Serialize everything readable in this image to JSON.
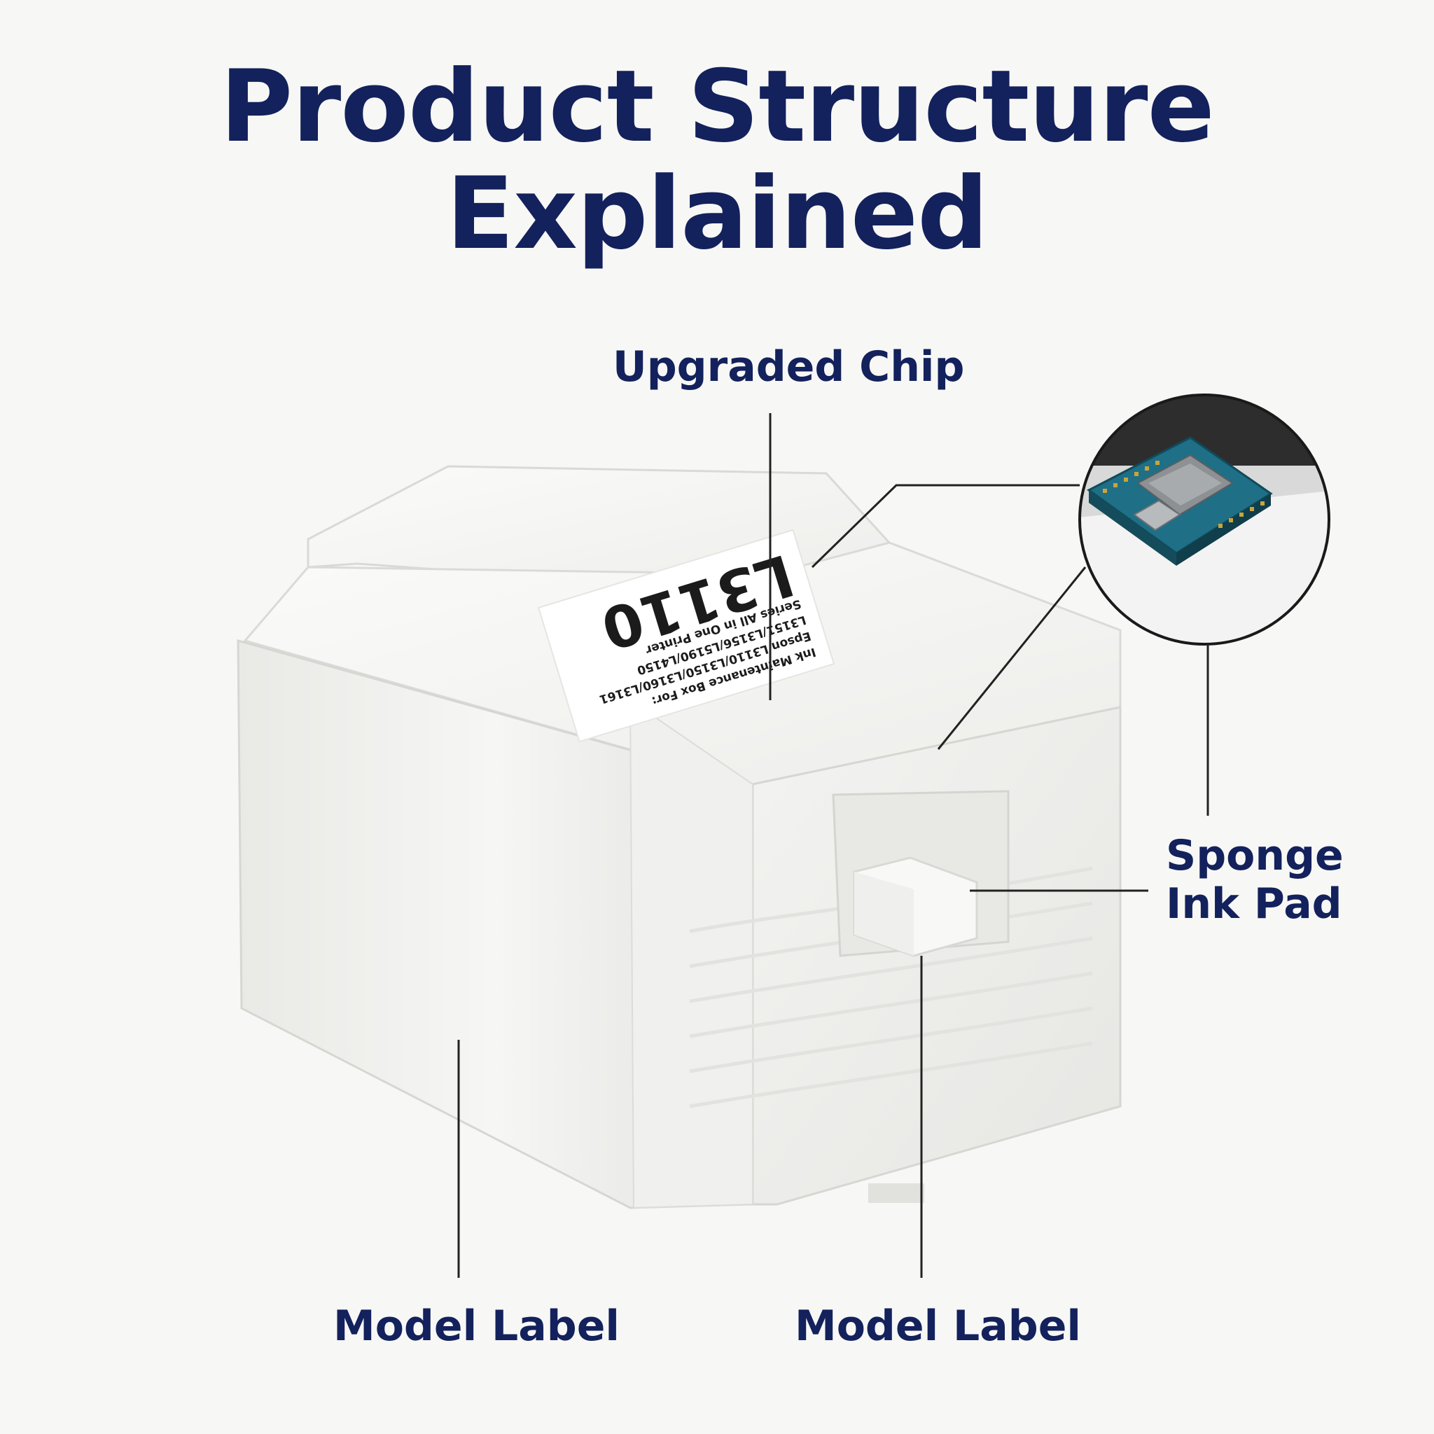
{
  "title": {
    "line1": "Product Structure",
    "line2": "Explained"
  },
  "callouts": {
    "chip": "Upgraded Chip",
    "sponge_line1": "Sponge",
    "sponge_line2": "Ink Pad",
    "label_left": "Model Label",
    "label_right": "Model Label"
  },
  "product_label": {
    "model": "L3110",
    "lines": [
      "Ink Maintenance Box For:",
      "Epson L3110/L3150/L3160/L3161",
      "L3151/L3156/L5190/L4150",
      "Series All in One Printer"
    ]
  },
  "colors": {
    "title": "#13215c",
    "background": "#f7f7f5",
    "chip_board": "#1f6f86",
    "leader_line": "#222222"
  }
}
